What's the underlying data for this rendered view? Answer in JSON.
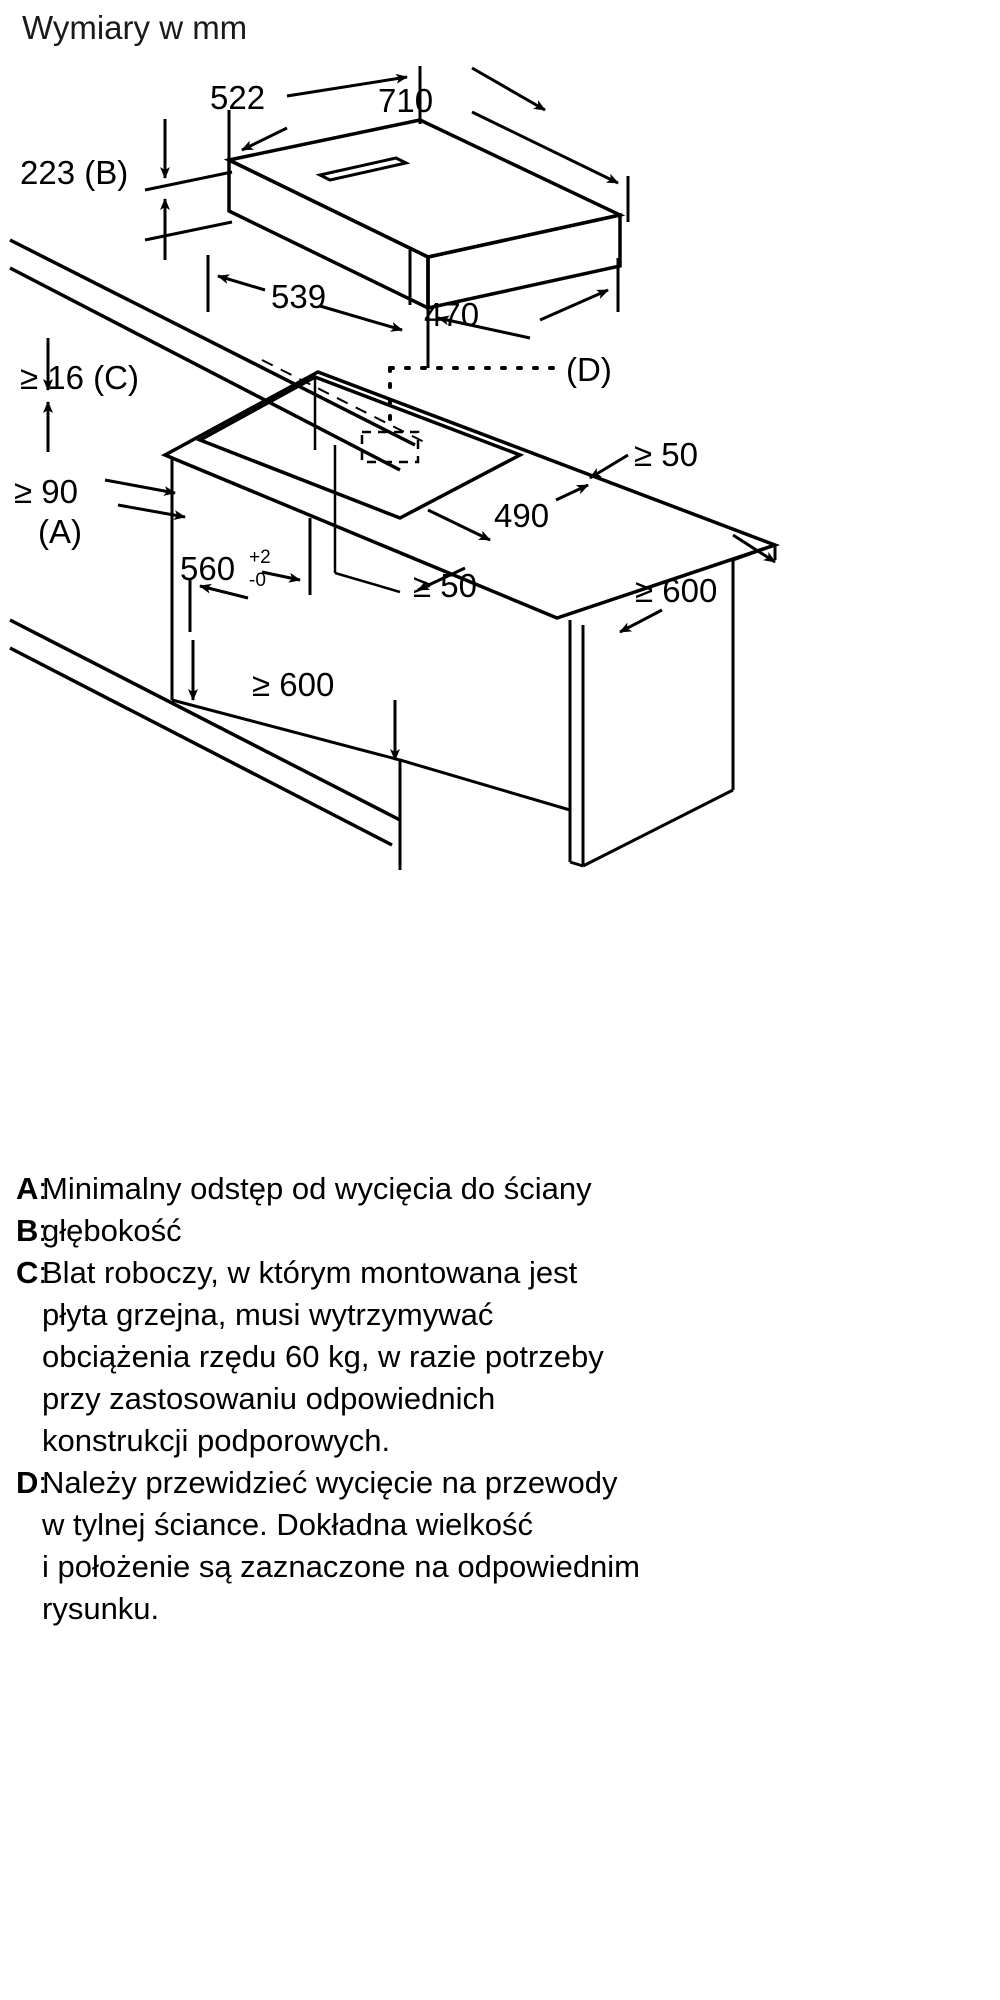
{
  "title": "Wymiary w mm",
  "diagram": {
    "type": "isometric-installation-drawing",
    "units": "mm",
    "appliance": "cooktop with integrated downdraft extractor",
    "dimensions": {
      "width_top": "710",
      "depth_top": "522",
      "height_b": "223 (B)",
      "body_width": "539",
      "body_depth": "470",
      "worktop_thickness": "≥ 16 (C)",
      "wall_clearance_a_line1": "≥ 90",
      "wall_clearance_a_line2": "(A)",
      "cutout_width_value": "560",
      "cutout_tol_plus": "+2",
      "cutout_tol_minus": "-0",
      "cutout_depth": "490",
      "side_clearance_left": "≥ 50",
      "side_clearance_right": "≥ 50",
      "cabinet_width": "≥ 600",
      "cabinet_depth": "≥ 600",
      "cable_cutout_marker": "(D)"
    }
  },
  "legend": [
    {
      "key": "A",
      "lines": [
        "Minimalny odstęp od wycięcia do ściany"
      ]
    },
    {
      "key": "B",
      "lines": [
        "głębokość"
      ]
    },
    {
      "key": "C",
      "lines": [
        "Blat roboczy, w którym montowana jest",
        "płyta grzejna, musi wytrzymywać",
        "obciążenia rzędu 60 kg, w razie potrzeby",
        "przy zastosowaniu odpowiednich",
        "konstrukcji podporowych."
      ]
    },
    {
      "key": "D",
      "lines": [
        "Należy przewidzieć wycięcie na przewody",
        "w tylnej ściance. Dokładna wielkość",
        "i położenie są zaznaczone na odpowiednim",
        "rysunku."
      ]
    }
  ],
  "colors": {
    "line": "#000000",
    "text": "#000000",
    "background": "#ffffff"
  }
}
